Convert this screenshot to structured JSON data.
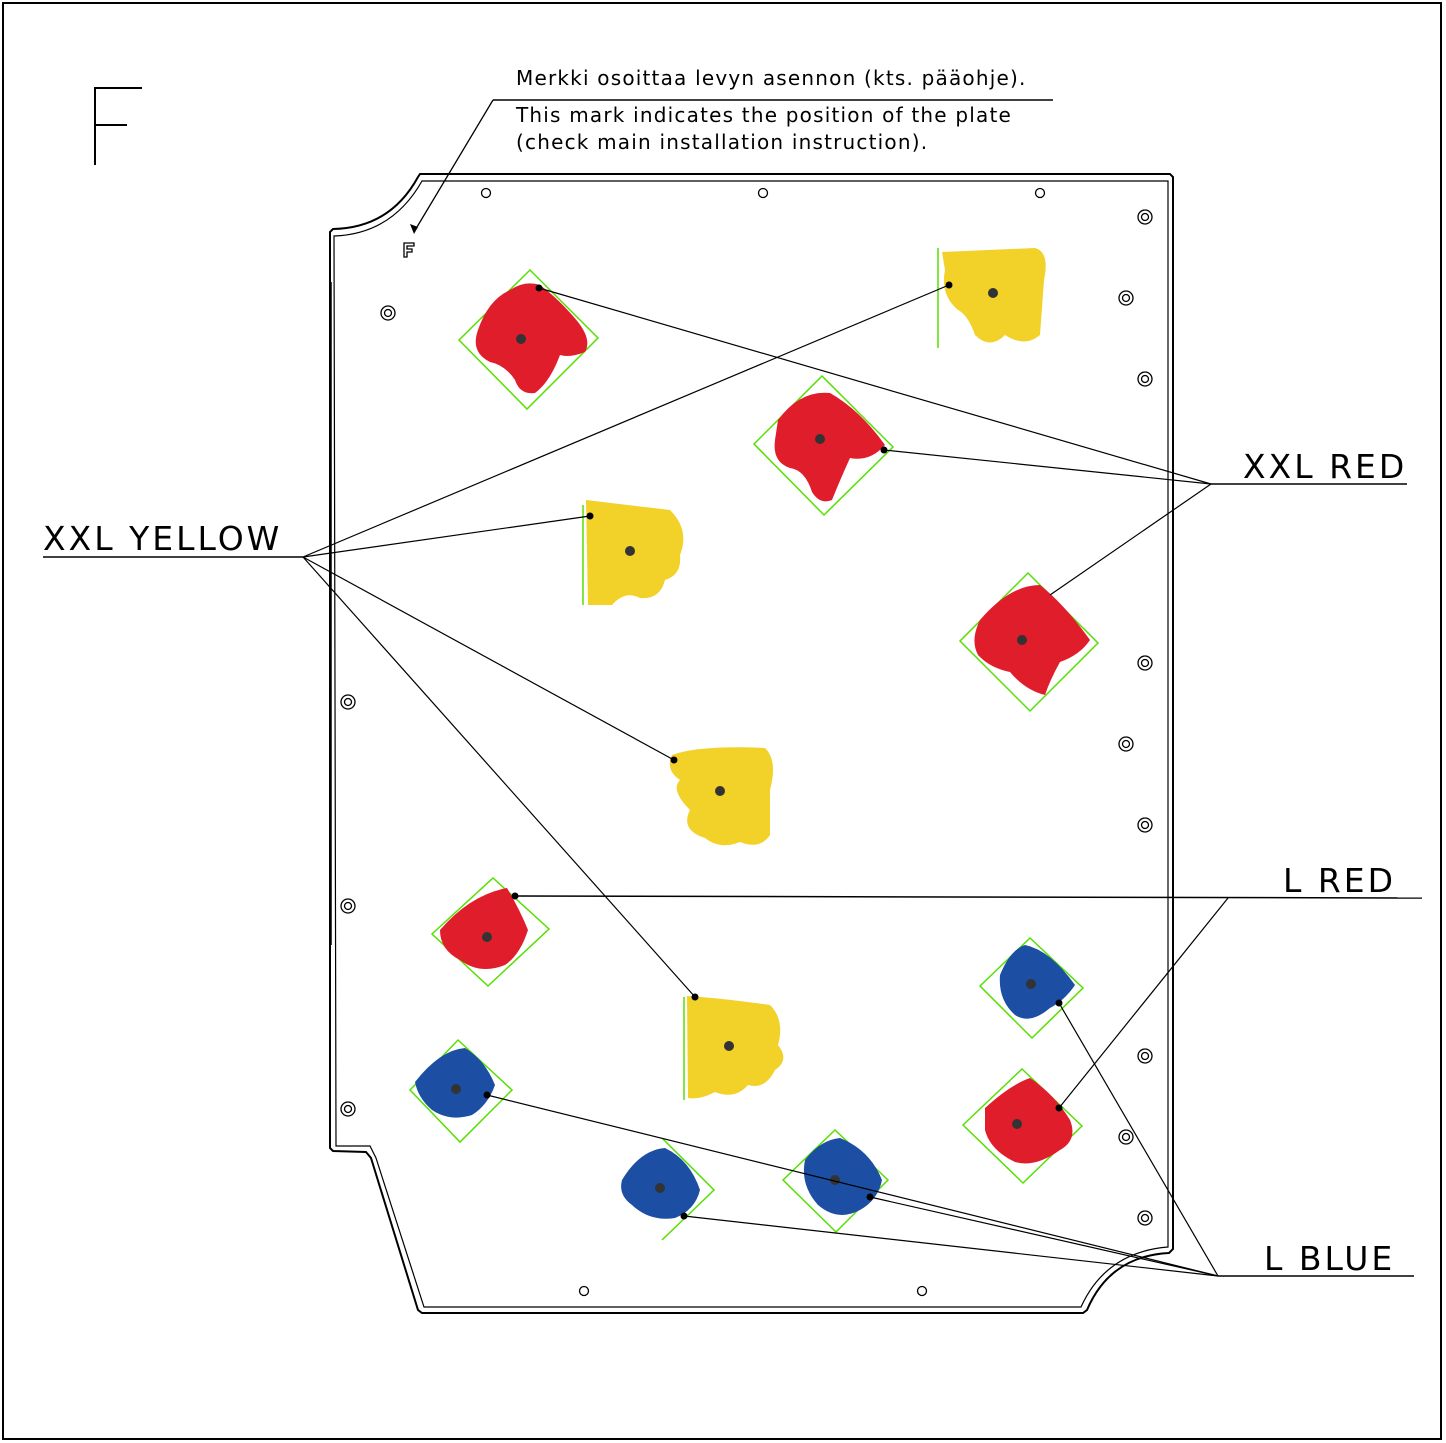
{
  "plate": {
    "letter": "F",
    "marker_letter": "F"
  },
  "note": {
    "line_fi": "Merkki osoittaa levyn asennon (kts. pääohje).",
    "line_en_1": "This mark indicates the position of the plate",
    "line_en_2": "(check main installation instruction)."
  },
  "labels": {
    "xxl_yellow": "XXL YELLOW",
    "xxl_red": "XXL RED",
    "l_red": "L RED",
    "l_blue": "L BLUE"
  },
  "colors": {
    "xxl_yellow": "#f2d129",
    "red": "#e01e2b",
    "blue": "#1c4fa3",
    "outline_green": "#55e000",
    "line": "#000000"
  },
  "holds": {
    "xxl_yellow_count": 4,
    "xxl_red_count": 3,
    "l_red_count": 2,
    "l_blue_count": 4
  }
}
